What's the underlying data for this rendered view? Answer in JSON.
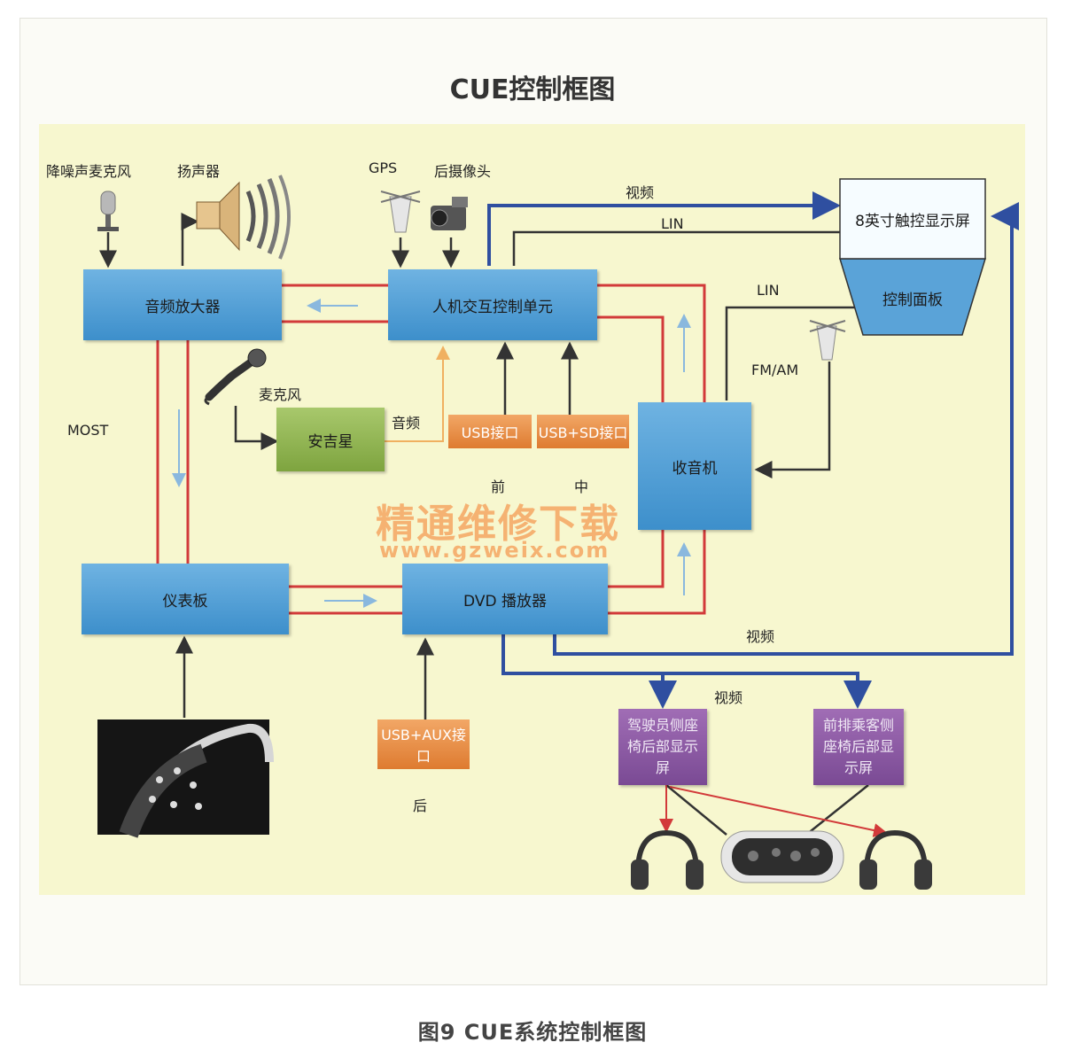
{
  "title": "CUE控制框图",
  "caption": "图9    CUE系统控制框图",
  "watermark": {
    "cn": "精通维修下载",
    "url": "www.gzweix.com"
  },
  "blocks": {
    "amplifier": "音频放大器",
    "hmi": "人机交互控制单元",
    "display": "8英寸触控显示屏",
    "control_panel": "控制面板",
    "onstar": "安吉星",
    "usb_front": "USB接口",
    "usb_sd": "USB+SD接口",
    "radio": "收音机",
    "cluster": "仪表板",
    "dvd": "DVD 播放器",
    "usb_aux": "USB+AUX接口",
    "rear_left": "驾驶员侧座椅后部显示屏",
    "rear_right": "前排乘客侧座椅后部显示屏"
  },
  "labels": {
    "noise_mic": "降噪声麦克风",
    "speaker": "扬声器",
    "gps": "GPS",
    "rear_camera": "后摄像头",
    "video_top": "视频",
    "lin_top": "LIN",
    "lin_mid": "LIN",
    "fm_am": "FM/AM",
    "mic": "麦克风",
    "audio": "音频",
    "most": "MOST",
    "front": "前",
    "middle": "中",
    "rear": "后",
    "video_right": "视频",
    "video_bottom": "视频"
  },
  "colors": {
    "most_line": "#d23a3a",
    "video_line": "#2f4fa0",
    "lin_line": "#333333",
    "audio_line": "#f0b060",
    "flow_arrow": "#8ab8de"
  }
}
